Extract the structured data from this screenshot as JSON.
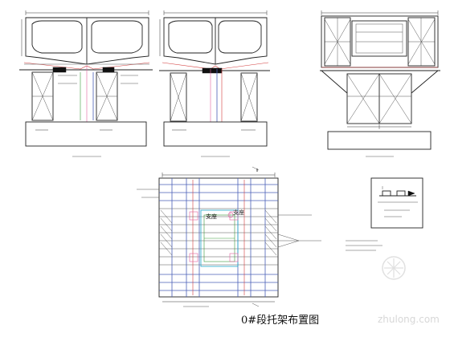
{
  "title": "0#段托架布置图",
  "labels": {
    "support_left": "支座",
    "support_right": "支座"
  },
  "watermark": "zhulong.com"
}
